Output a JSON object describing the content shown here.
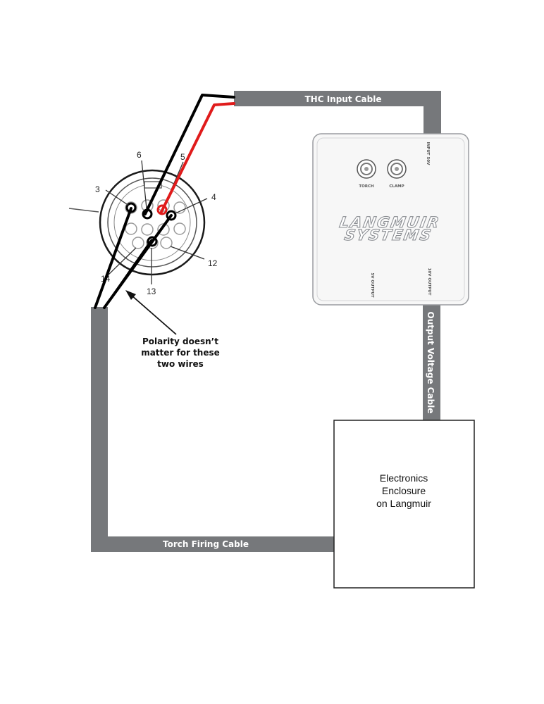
{
  "cables": {
    "thc_input": "THC Input Cable",
    "output_voltage": "Output Voltage Cable",
    "torch_firing": "Torch Firing Cable"
  },
  "connector": {
    "pins": {
      "p3": "3",
      "p4": "4",
      "p5": "5",
      "p6": "6",
      "p12": "12",
      "p13": "13",
      "p14": "14"
    }
  },
  "thc_box": {
    "brand_line1": "LANGMUIR",
    "brand_line2": "SYSTEMS",
    "torch_label": "TORCH",
    "clamp_label": "CLAMP",
    "input_label": "INPUT 50V",
    "out_5v_label": "5V OUTPUT",
    "out_10v_label": "10V OUTPUT"
  },
  "note": {
    "line1": "Polarity doesn’t",
    "line2": "matter for these",
    "line3": "two wires"
  },
  "enclosure": {
    "line1": "Electronics",
    "line2": "Enclosure",
    "line3": "on Langmuir"
  },
  "colors": {
    "cable_gray": "#76787b",
    "wire_red": "#e01b1b",
    "wire_black": "#000000"
  }
}
